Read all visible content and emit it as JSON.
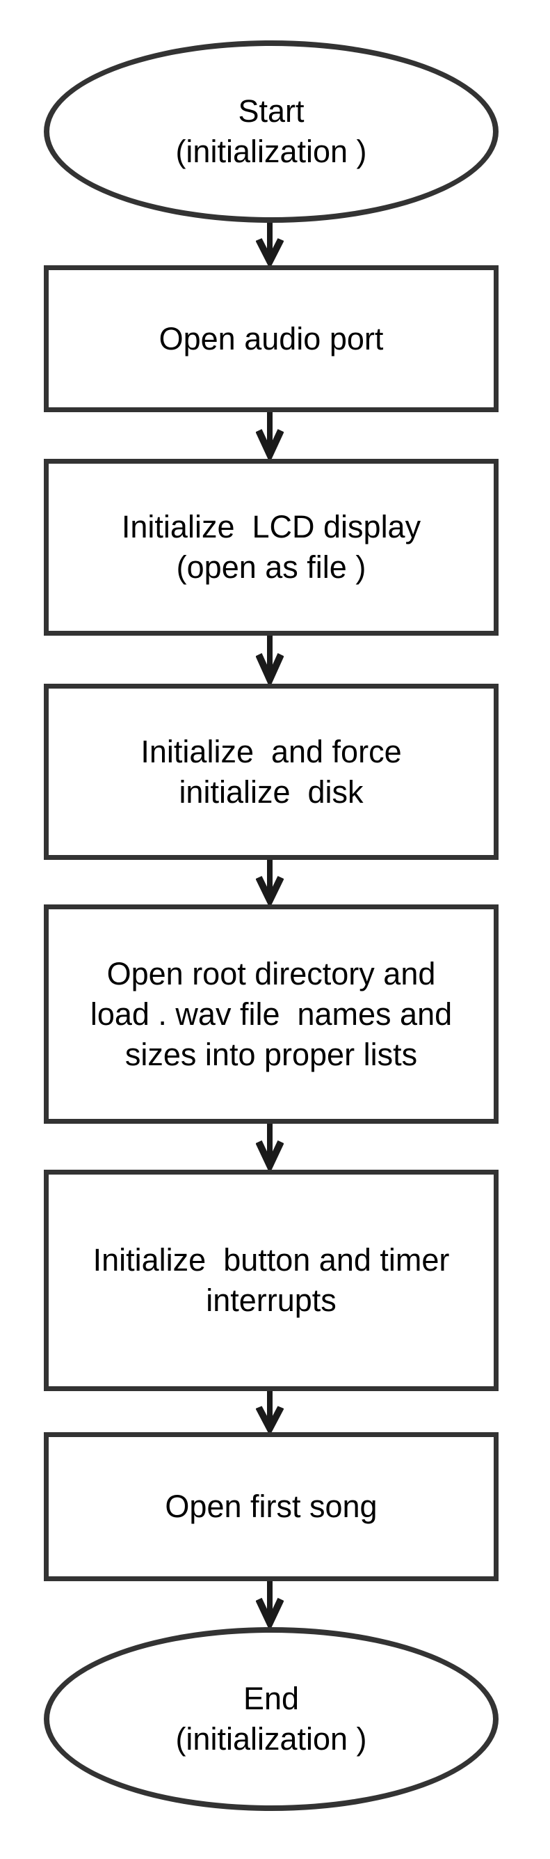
{
  "diagram": {
    "type": "flowchart",
    "direction": "top-down",
    "colors": {
      "background": "#ffffff",
      "shape_stroke": "#333333",
      "arrow": "#1a1a1a",
      "text": "#000000"
    },
    "nodes": [
      {
        "id": "start",
        "shape": "terminator",
        "lines": [
          "Start",
          "(initialization )"
        ]
      },
      {
        "id": "open-audio-port",
        "shape": "process",
        "lines": [
          "Open audio port"
        ]
      },
      {
        "id": "init-lcd-display",
        "shape": "process",
        "lines": [
          "Initialize  LCD display",
          "(open as file )"
        ]
      },
      {
        "id": "init-disk",
        "shape": "process",
        "lines": [
          "Initialize  and force",
          "initialize  disk"
        ]
      },
      {
        "id": "open-root-dir",
        "shape": "process",
        "lines": [
          "Open root directory and",
          "load . wav file  names and",
          "sizes into proper lists"
        ]
      },
      {
        "id": "init-interrupts",
        "shape": "process",
        "lines": [
          "Initialize  button and timer",
          "interrupts"
        ]
      },
      {
        "id": "open-first-song",
        "shape": "process",
        "lines": [
          "Open first song"
        ]
      },
      {
        "id": "end",
        "shape": "terminator",
        "lines": [
          "End",
          "(initialization )"
        ]
      }
    ],
    "edges": [
      {
        "from": "start",
        "to": "open-audio-port"
      },
      {
        "from": "open-audio-port",
        "to": "init-lcd-display"
      },
      {
        "from": "init-lcd-display",
        "to": "init-disk"
      },
      {
        "from": "init-disk",
        "to": "open-root-dir"
      },
      {
        "from": "open-root-dir",
        "to": "init-interrupts"
      },
      {
        "from": "init-interrupts",
        "to": "open-first-song"
      },
      {
        "from": "open-first-song",
        "to": "end"
      }
    ]
  }
}
